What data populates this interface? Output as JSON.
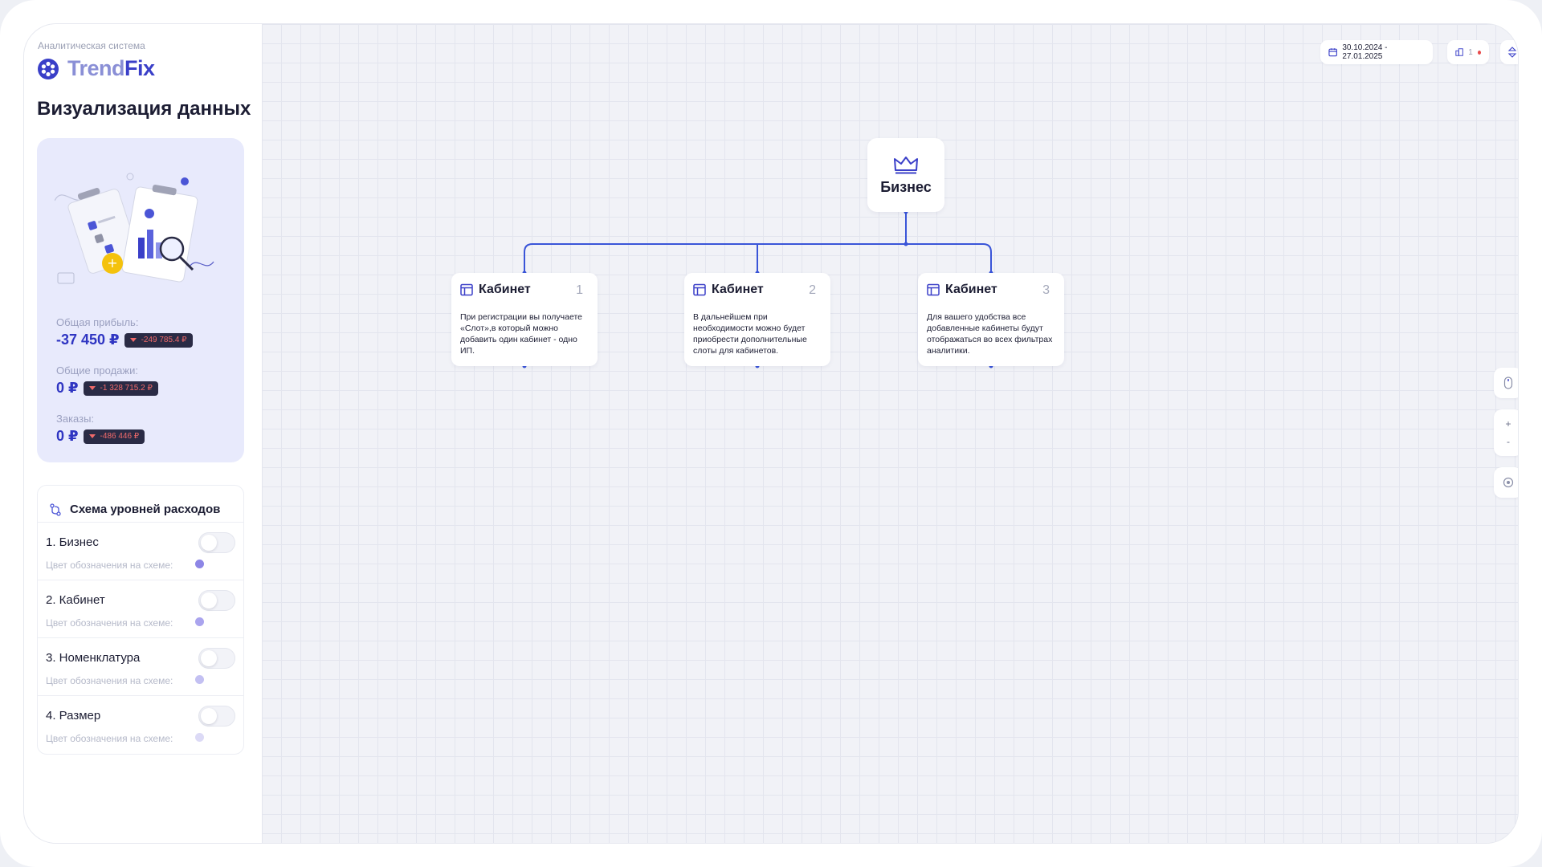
{
  "brand": {
    "caption": "Аналитическая система",
    "name_part1": "Trend",
    "name_part2": "Fix"
  },
  "page_title": "Визуализация данных",
  "stats": [
    {
      "label": "Общая прибыль:",
      "value": "-37 450 ₽",
      "delta": "-249 785.4 ₽"
    },
    {
      "label": "Общие продажи:",
      "value": "0 ₽",
      "delta": "-1 328 715.2 ₽"
    },
    {
      "label": "Заказы:",
      "value": "0 ₽",
      "delta": "-486 446 ₽"
    }
  ],
  "levels": {
    "title": "Схема уровней расходов",
    "caption": "Цвет обозначения на схеме:",
    "items": [
      {
        "label": "1. Бизнес",
        "color": "#8d86e6"
      },
      {
        "label": "2. Кабинет",
        "color": "#aaa4ee"
      },
      {
        "label": "3. Номенклатура",
        "color": "#c3c0f2"
      },
      {
        "label": "4. Размер",
        "color": "#dcdaf6"
      }
    ]
  },
  "toolbar": {
    "date_range": "30.10.2024 - 27.01.2025",
    "count": "1"
  },
  "zoom": {
    "plus": "+",
    "minus": "-"
  },
  "diagram": {
    "root": {
      "title": "Бизнес",
      "icon": "crown-icon"
    },
    "nodes": [
      {
        "title": "Кабинет",
        "number": "1",
        "desc": "При регистрации вы получаете «Слот»,в который можно добавить один кабинет - одно ИП."
      },
      {
        "title": "Кабинет",
        "number": "2",
        "desc": "В дальнейшем при необходимости можно будет приобрести дополнительные слоты для кабинетов."
      },
      {
        "title": "Кабинет",
        "number": "3",
        "desc": "Для вашего удобства все добавленные кабинеты будут отображаться во всех фильтрах аналитики."
      }
    ],
    "line_color": "#3a55d8"
  },
  "colors": {
    "accent": "#3a3fc8",
    "card_bg": "#e8eafc",
    "badge_bg": "#2a2b45",
    "badge_text": "#f06a6a"
  }
}
